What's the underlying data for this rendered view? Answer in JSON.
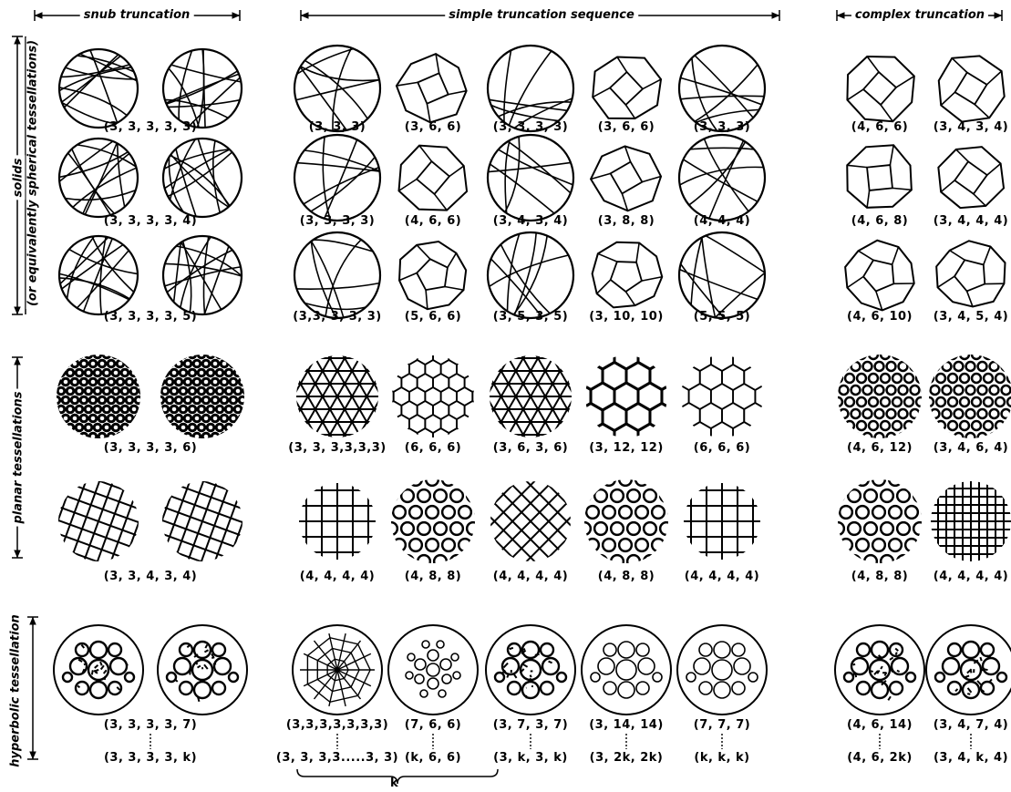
{
  "headers": {
    "snub": "snub truncation",
    "simple": "simple truncation sequence",
    "complex": "complex truncation"
  },
  "side_labels": {
    "solids": "solids",
    "spherical": "(or equivalently spherical tessellations)",
    "planar": "planar tessellations",
    "hyperbolic": "hyperbolic tessellation"
  },
  "rows": {
    "solids_1": [
      "(3, 3, 3, 3, 3)",
      "(3, 3, 3)",
      "(3, 6, 6)",
      "(3, 3, 3, 3)",
      "(3, 6, 6)",
      "(3, 3, 3)",
      "(4, 6, 6)",
      "(3, 4, 3, 4)"
    ],
    "solids_2": [
      "(3, 3, 3, 3, 4)",
      "(3, 3, 3, 3)",
      "(4, 6, 6)",
      "(3, 4, 3, 4)",
      "(3, 8, 8)",
      "(4, 4, 4)",
      "(4, 6, 8)",
      "(3, 4, 4, 4)"
    ],
    "solids_3": [
      "(3, 3, 3, 3, 5)",
      "(3,3, 3, 3, 3)",
      "(5, 6, 6)",
      "(3, 5, 3, 5)",
      "(3, 10, 10)",
      "(5, 5, 5)",
      "(4, 6, 10)",
      "(3, 4, 5, 4)"
    ],
    "planar_1": [
      "(3, 3, 3, 3, 6)",
      "(3, 3, 3,3,3,3)",
      "(6, 6, 6)",
      "(3, 6, 3, 6)",
      "(3, 12, 12)",
      "(6, 6, 6)",
      "(4, 6, 12)",
      "(3, 4, 6, 4)"
    ],
    "planar_2": [
      "(3, 3, 4, 3, 4)",
      "(4, 4, 4, 4)",
      "(4, 8, 8)",
      "(4, 4, 4, 4)",
      "(4, 8, 8)",
      "(4, 4, 4, 4)",
      "(4, 8, 8)",
      "(4, 4, 4, 4)"
    ],
    "hyperbolic": [
      "(3, 3, 3, 3, 7)",
      "(3,3,3,3,3,3,3)",
      "(7, 6, 6)",
      "(3, 7, 3, 7)",
      "(3, 14, 14)",
      "(7, 7, 7)",
      "(4, 6, 14)",
      "(3, 4, 7, 4)"
    ],
    "hyperbolic_k": [
      "(3, 3, 3, 3, k)",
      "(3, 3, 3,3.....3, 3)",
      "(k, 6, 6)",
      "(3, k, 3, k)",
      "(3, 2k, 2k)",
      "(k, k, k)",
      "(4, 6, 2k)",
      "(3, 4, k, 4)"
    ]
  },
  "k_label": "k"
}
